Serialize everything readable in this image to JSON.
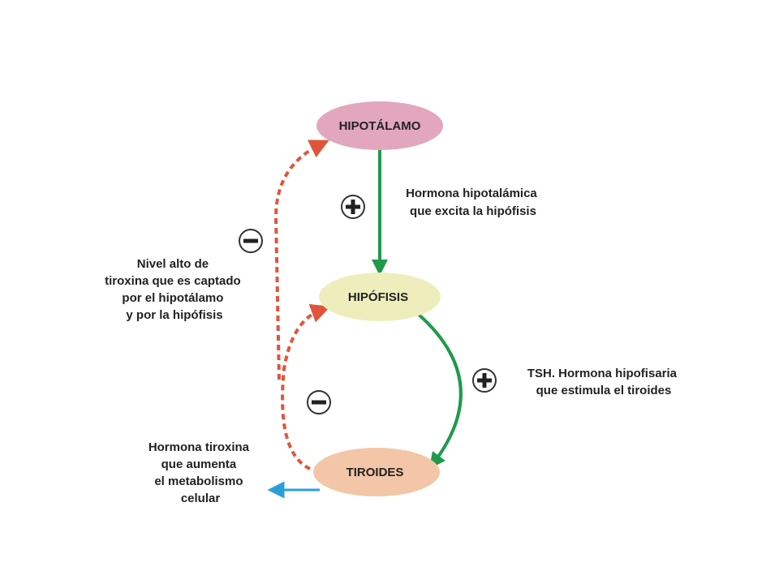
{
  "nodes": {
    "hipotalamo": {
      "label": "HIPOTÁLAMO",
      "color": "#e2a7bd"
    },
    "hipofisis": {
      "label": "HIPÓFISIS",
      "color": "#eeeebd"
    },
    "tiroides": {
      "label": "TIROIDES",
      "color": "#f2c6a6"
    }
  },
  "captions": {
    "hipotalamica": [
      "Hormona hipotalámica",
      "que excita la hipófisis"
    ],
    "tsh": [
      "TSH. Hormona hipofisaria",
      "que estimula el tiroides"
    ],
    "nivel_alto": [
      "Nivel alto de",
      "tiroxina que es captado",
      "por el hipotálamo",
      "y por la hipófisis"
    ],
    "tiroxina": [
      "Hormona tiroxina",
      "que aumenta",
      "el metabolismo",
      "celular"
    ]
  },
  "colors": {
    "stimulation": "#1f9a4a",
    "inhibition": "#e0553a",
    "output": "#2aa0d8"
  },
  "signs": {
    "plus_1": "plus-icon",
    "plus_2": "plus-icon",
    "minus_1": "minus-icon",
    "minus_2": "minus-icon"
  }
}
